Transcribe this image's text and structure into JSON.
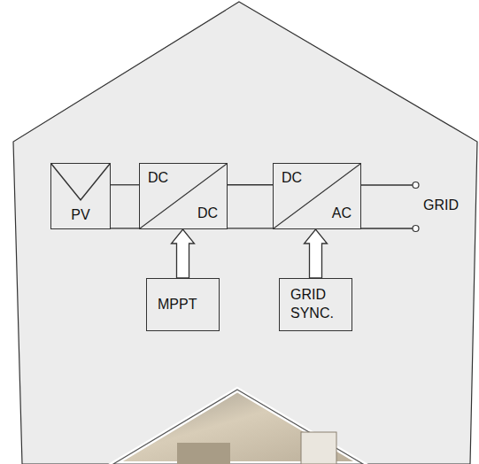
{
  "diagram": {
    "nodes": [
      {
        "text": [
          "PV"
        ]
      },
      {
        "text": [
          "DC",
          "DC"
        ]
      },
      {
        "text": [
          "DC",
          "AC"
        ]
      },
      {
        "text": [
          "MPPT"
        ]
      },
      {
        "text": [
          "GRID SYNC."
        ]
      }
    ],
    "edges": [
      {
        "from": 0,
        "to": 1,
        "arrow": "none"
      },
      {
        "from": 0,
        "to": 1,
        "arrow": "none"
      },
      {
        "from": 1,
        "to": 2,
        "arrow": "none"
      },
      {
        "from": 1,
        "to": 2,
        "arrow": "none"
      },
      {
        "from": 3,
        "to": 1,
        "arrow": "to"
      },
      {
        "from": 4,
        "to": 2,
        "arrow": "to"
      }
    ],
    "labels": [
      "GRID"
    ]
  }
}
